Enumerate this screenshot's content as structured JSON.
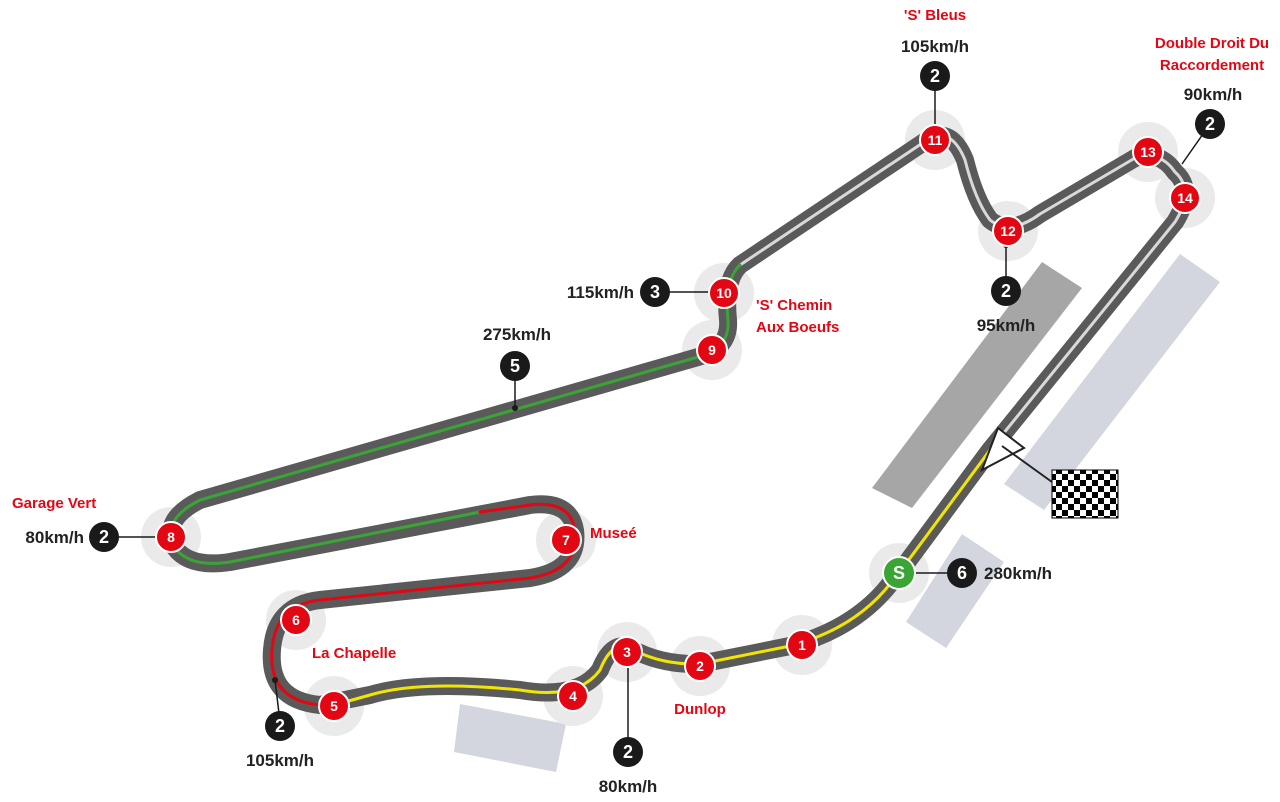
{
  "colors": {
    "track": "#5a5a5a",
    "track_line_default": "#d9d9d9",
    "sector_yellow": "#f2e600",
    "sector_red": "#e30613",
    "sector_green": "#3aa535",
    "corner_red": "#e30613",
    "start_green": "#3aa535",
    "gear_badge": "#1a1a1a",
    "building_light": "#d3d6de",
    "building_dark": "#a6a6a6"
  },
  "start_marker": {
    "label": "S"
  },
  "corners": [
    {
      "num": "1"
    },
    {
      "num": "2"
    },
    {
      "num": "3"
    },
    {
      "num": "4"
    },
    {
      "num": "5"
    },
    {
      "num": "6"
    },
    {
      "num": "7"
    },
    {
      "num": "8"
    },
    {
      "num": "9"
    },
    {
      "num": "10"
    },
    {
      "num": "11"
    },
    {
      "num": "12"
    },
    {
      "num": "13"
    },
    {
      "num": "14"
    }
  ],
  "corner_names": {
    "s_bleus": "'S' Bleus",
    "double_droit_1": "Double Droit Du",
    "double_droit_2": "Raccordement",
    "s_chemin_1": "'S' Chemin",
    "s_chemin_2": "Aux Boeufs",
    "garage_vert": "Garage Vert",
    "musee": "Museé",
    "la_chapelle": "La Chapelle",
    "dunlop": "Dunlop"
  },
  "gear_callouts": [
    {
      "id": "s-bleus",
      "gear": "2",
      "speed": "105km/h"
    },
    {
      "id": "raccordement",
      "gear": "2",
      "speed": "90km/h"
    },
    {
      "id": "corner-12",
      "gear": "2",
      "speed": "95km/h"
    },
    {
      "id": "corner-10",
      "gear": "3",
      "speed": "115km/h"
    },
    {
      "id": "back-straight",
      "gear": "5",
      "speed": "275km/h"
    },
    {
      "id": "garage-vert",
      "gear": "2",
      "speed": "80km/h"
    },
    {
      "id": "main-straight",
      "gear": "6",
      "speed": "280km/h"
    },
    {
      "id": "la-chapelle",
      "gear": "2",
      "speed": "105km/h"
    },
    {
      "id": "corner-3",
      "gear": "2",
      "speed": "80km/h"
    }
  ]
}
